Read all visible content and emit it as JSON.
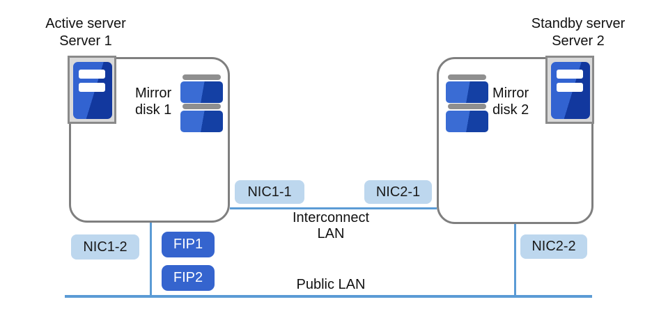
{
  "servers": [
    {
      "role": "Active server",
      "name": "Server 1",
      "disk": {
        "line1": "Mirror",
        "line2": "disk 1"
      }
    },
    {
      "role": "Standby server",
      "name": "Server 2",
      "disk": {
        "line1": "Mirror",
        "line2": "disk 2"
      }
    }
  ],
  "networks": {
    "interconnect": {
      "label_line1": "Interconnect",
      "label_line2": "LAN",
      "nics": [
        "NIC1-1",
        "NIC2-1"
      ]
    },
    "public": {
      "label": "Public LAN",
      "nics": [
        "NIC1-2",
        "NIC2-2"
      ],
      "fips": [
        "FIP1",
        "FIP2"
      ]
    }
  },
  "colors": {
    "line_blue": "#5b9bd5",
    "nic_badge_fill": "#bdd7ee",
    "fip_badge_fill": "#3564ce",
    "box_border_gray": "#7f7f7f",
    "icon_container_gray": "#d9d9d9",
    "server_blue_light": "#3263d1",
    "server_blue_dark": "#12389e",
    "disk_blue_light": "#3a6cd4",
    "disk_blue_dark": "#1440a4"
  }
}
